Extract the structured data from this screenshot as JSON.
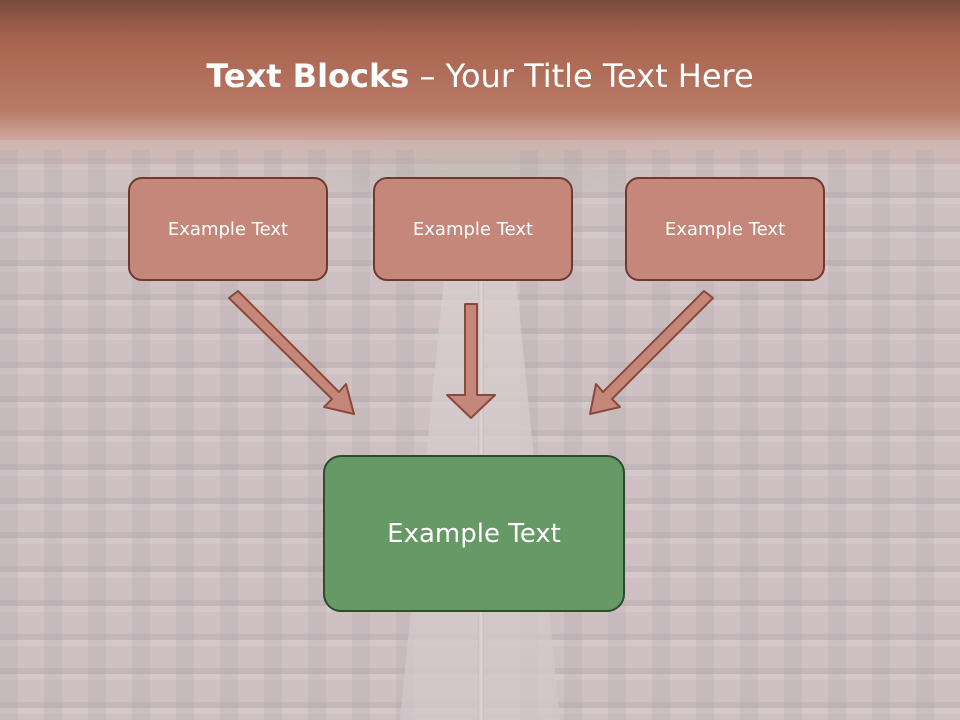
{
  "title": {
    "bold": "Text Blocks",
    "rest": " – Your Title Text Here"
  },
  "blocks": {
    "left": "Example Text",
    "middle": "Example Text",
    "right": "Example Text",
    "main": "Example Text"
  },
  "colors": {
    "block_fill": "#c5877a",
    "block_border": "#6e3a2e",
    "main_fill": "#669966",
    "main_border": "#2f4a2f",
    "arrow_fill": "#c5877a",
    "arrow_border": "#8a4a3a"
  }
}
